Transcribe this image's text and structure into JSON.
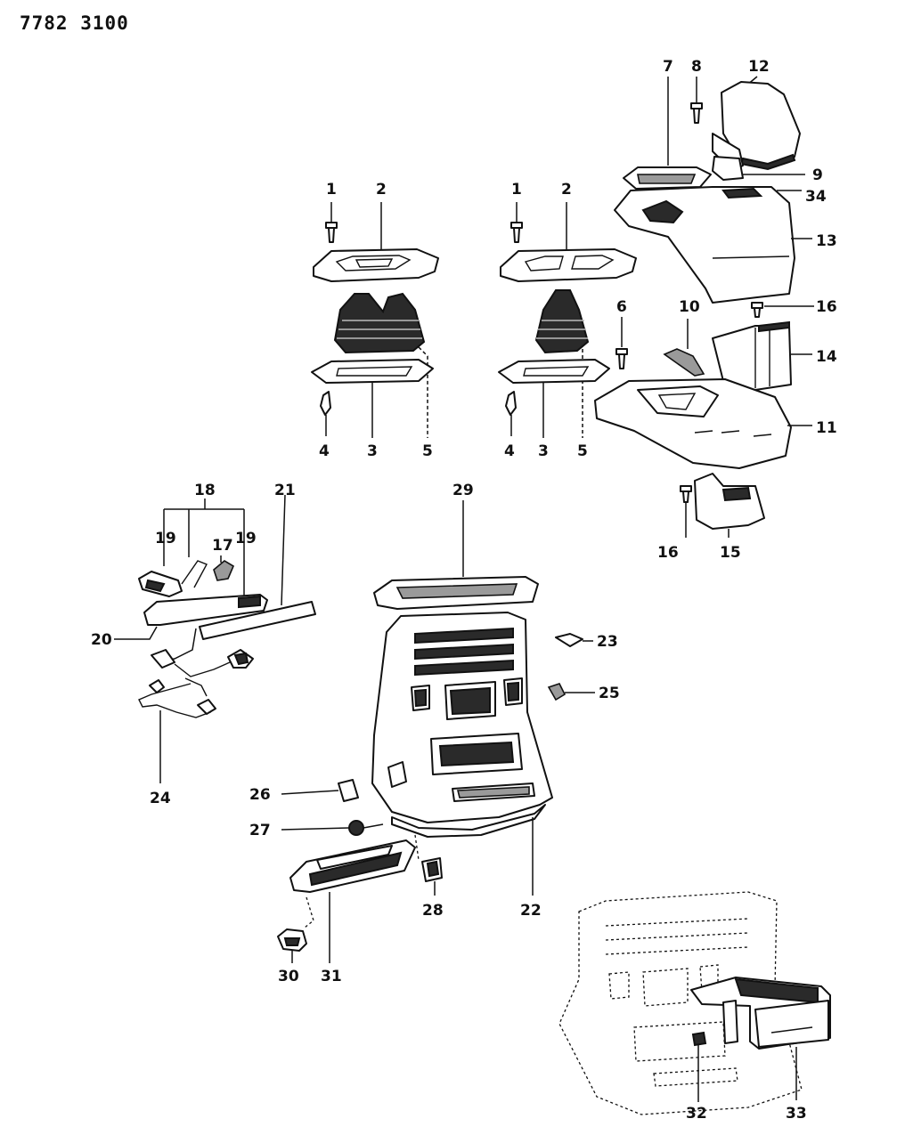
{
  "header": {
    "code": "7782  3100"
  },
  "callouts": [
    {
      "id": "c-1a",
      "text": "1"
    },
    {
      "id": "c-2a",
      "text": "2"
    },
    {
      "id": "c-4a",
      "text": "4"
    },
    {
      "id": "c-3a",
      "text": "3"
    },
    {
      "id": "c-5a",
      "text": "5"
    },
    {
      "id": "c-1b",
      "text": "1"
    },
    {
      "id": "c-2b",
      "text": "2"
    },
    {
      "id": "c-4b",
      "text": "4"
    },
    {
      "id": "c-3b",
      "text": "3"
    },
    {
      "id": "c-5b",
      "text": "5"
    },
    {
      "id": "c-6",
      "text": "6"
    },
    {
      "id": "c-7",
      "text": "7"
    },
    {
      "id": "c-8",
      "text": "8"
    },
    {
      "id": "c-12",
      "text": "12"
    },
    {
      "id": "c-9",
      "text": "9"
    },
    {
      "id": "c-34",
      "text": "34"
    },
    {
      "id": "c-13",
      "text": "13"
    },
    {
      "id": "c-16a",
      "text": "16"
    },
    {
      "id": "c-10",
      "text": "10"
    },
    {
      "id": "c-14",
      "text": "14"
    },
    {
      "id": "c-11",
      "text": "11"
    },
    {
      "id": "c-16b",
      "text": "16"
    },
    {
      "id": "c-15",
      "text": "15"
    },
    {
      "id": "c-18",
      "text": "18"
    },
    {
      "id": "c-19a",
      "text": "19"
    },
    {
      "id": "c-17",
      "text": "17"
    },
    {
      "id": "c-19b",
      "text": "19"
    },
    {
      "id": "c-21",
      "text": "21"
    },
    {
      "id": "c-20",
      "text": "20"
    },
    {
      "id": "c-24",
      "text": "24"
    },
    {
      "id": "c-29",
      "text": "29"
    },
    {
      "id": "c-23",
      "text": "23"
    },
    {
      "id": "c-25",
      "text": "25"
    },
    {
      "id": "c-26",
      "text": "26"
    },
    {
      "id": "c-27",
      "text": "27"
    },
    {
      "id": "c-28",
      "text": "28"
    },
    {
      "id": "c-22",
      "text": "22"
    },
    {
      "id": "c-30",
      "text": "30"
    },
    {
      "id": "c-31",
      "text": "31"
    },
    {
      "id": "c-32",
      "text": "32"
    },
    {
      "id": "c-33",
      "text": "33"
    }
  ]
}
